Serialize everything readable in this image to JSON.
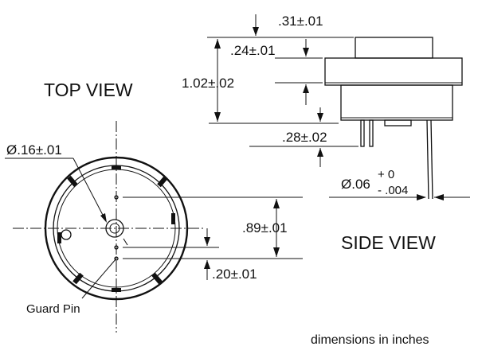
{
  "labels": {
    "top_view": "TOP VIEW",
    "side_view": "SIDE VIEW",
    "guard_pin": "Guard Pin",
    "units_note": "dimensions in inches"
  },
  "dimensions": {
    "hole_diameter": "Ø.16±.01",
    "pin_spacing": ".89±.01",
    "pin_offset": ".20±.01",
    "top_height": ".31±.01",
    "flange_height": ".24±.01",
    "overall_height": "1.02±.02",
    "pin_length": ".28±.02",
    "pin_diameter_base": "Ø.06",
    "pin_diameter_plus": "+ 0",
    "pin_diameter_minus": "- .004"
  }
}
